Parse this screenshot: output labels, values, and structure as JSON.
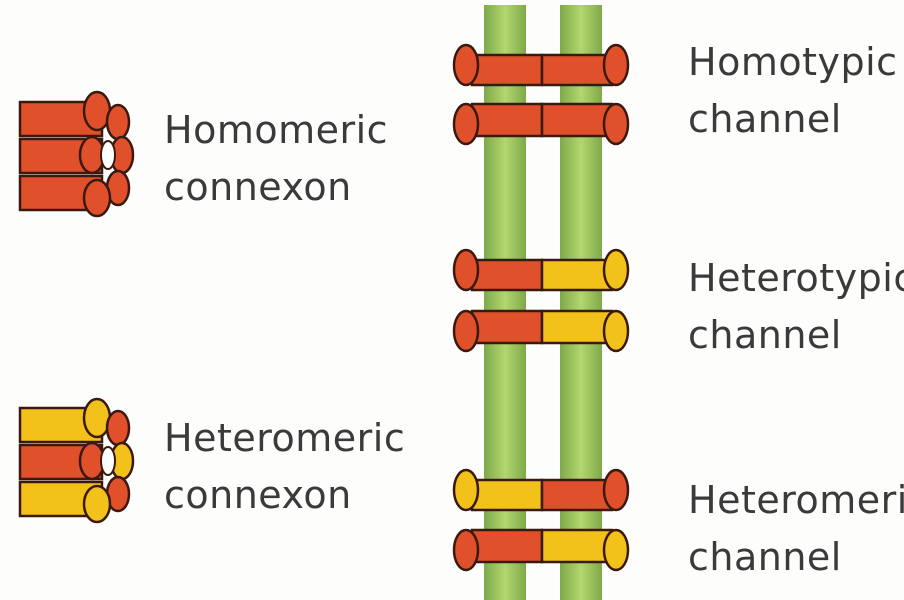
{
  "labels": {
    "homomeric_connexon": {
      "line1": "Homomeric",
      "line2": "connexon"
    },
    "heteromeric_connexon": {
      "line1": "Heteromeric",
      "line2": "connexon"
    },
    "homotypic_channel": {
      "line1": "Homotypic",
      "line2": "channel"
    },
    "heterotypic_channel": {
      "line1": "Heterotypic",
      "line2": "channel"
    },
    "heteromeric_channel": {
      "line1": "Heteromeric",
      "line2": "channel"
    }
  },
  "colors": {
    "red_subunit": "#e0502a",
    "yellow_subunit": "#f2c21a",
    "outline": "#3a1a10",
    "membrane": "#9cc45a",
    "membrane_dark": "#6f9a3a"
  }
}
